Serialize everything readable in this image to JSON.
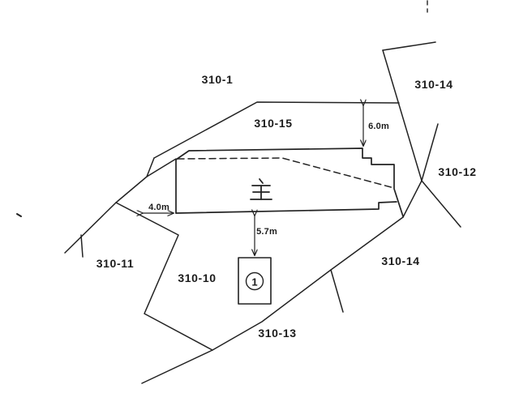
{
  "parcels": {
    "p310_1": "310-1",
    "p310_15": "310-15",
    "p310_14_top": "310-14",
    "p310_12": "310-12",
    "p310_11": "310-11",
    "p310_10": "310-10",
    "p310_14_right": "310-14",
    "p310_13": "310-13"
  },
  "dimensions": {
    "west_gap": "4.0m",
    "north_gap": "6.0m",
    "south_gap": "5.7m"
  },
  "building": {
    "main_label": "主",
    "annex_number": "1"
  },
  "colors": {
    "ink": "#222222",
    "background": "#ffffff"
  }
}
